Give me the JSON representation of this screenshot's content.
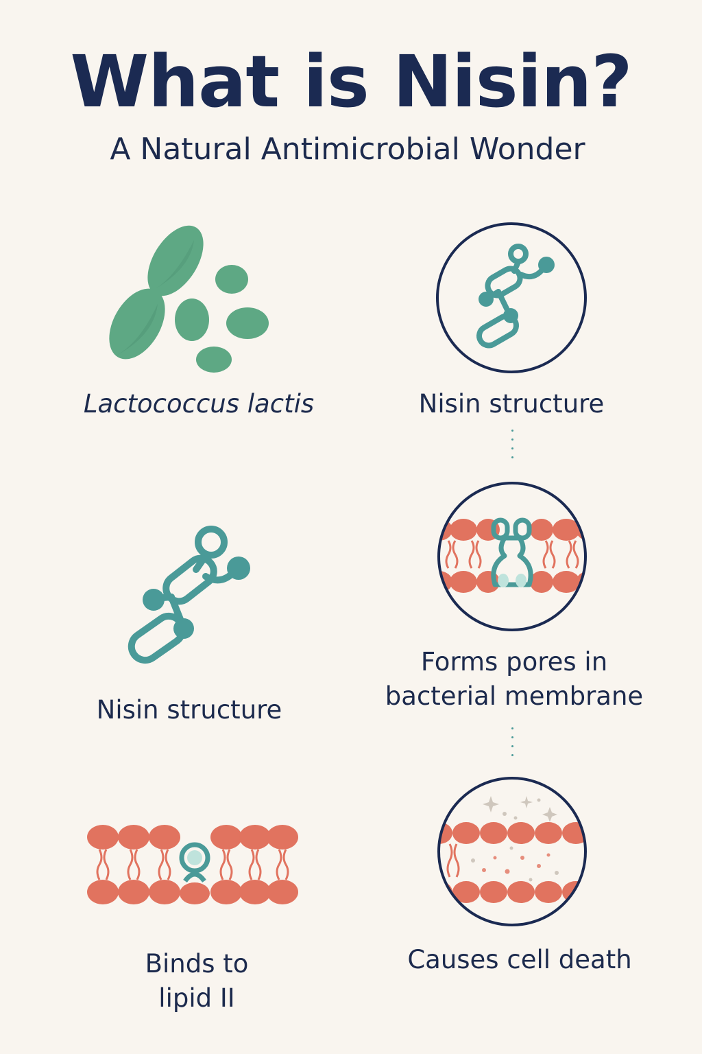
{
  "header": {
    "title": "What is Nisin?",
    "subtitle": "A Natural Antimicrobial Wonder"
  },
  "items": [
    {
      "label": "Lactococcus lactis"
    },
    {
      "label": "Nisin structure"
    },
    {
      "label": "Nisin structure"
    },
    {
      "label": "Forms pores in bacterial membrane"
    },
    {
      "label": "Binds to lipid II"
    },
    {
      "label": "Causes cell death"
    }
  ],
  "colors": {
    "background": "#f9f5ef",
    "navy": "#1b2a52",
    "teal": "#4a9a98",
    "bacteria_green": "#5ea884",
    "lipid_red": "#e1735f"
  }
}
